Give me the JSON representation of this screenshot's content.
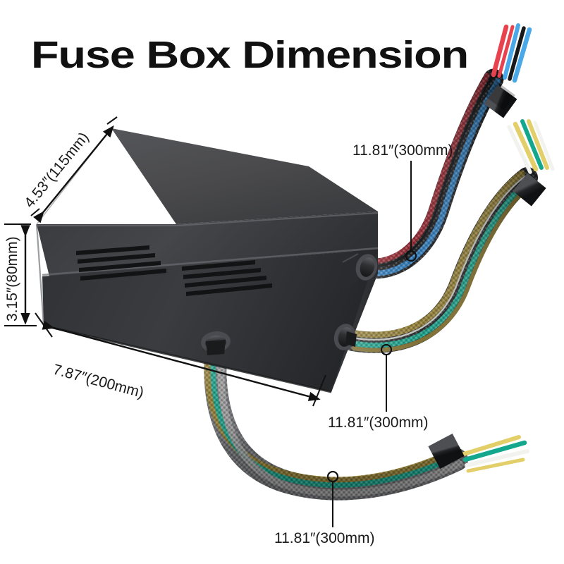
{
  "page": {
    "title": "Fuse Box Dimension",
    "background_color": "#ffffff"
  },
  "product": {
    "name": "fuse-box",
    "body_color": "#3f4042",
    "body_top_color": "#4a4a4c",
    "body_front_color": "#313234",
    "vent_groups": 2,
    "vent_slots_per_group": 4
  },
  "dimensions": {
    "depth": {
      "label": "4.53″(115mm)",
      "inches": "4.53",
      "millimeters": "115"
    },
    "height": {
      "label": "3.15″(80mm)",
      "inches": "3.15",
      "millimeters": "80"
    },
    "width": {
      "label": "7.87″(200mm)",
      "inches": "7.87",
      "millimeters": "200"
    }
  },
  "cables": [
    {
      "id": "cable-top-right",
      "callout": "11.81″(300mm)",
      "inches": "11.81",
      "millimeters": "300",
      "sleeve_colors": [
        "#8f2730",
        "#2f78b5",
        "#1d1f22"
      ],
      "wire_colors": [
        "#e8424f",
        "#4aa8e8",
        "#17181a"
      ]
    },
    {
      "id": "cable-middle-right",
      "callout": "11.81″(300mm)",
      "inches": "11.81",
      "millimeters": "300",
      "sleeve_colors": [
        "#8d7a34",
        "#1a9b85",
        "#d8d8d2"
      ],
      "wire_colors": [
        "#f2f2ee",
        "#e3cf6a",
        "#13a88d"
      ]
    },
    {
      "id": "cable-bottom",
      "callout": "11.81″(300mm)",
      "inches": "11.81",
      "millimeters": "300",
      "sleeve_colors": [
        "#8d7a34",
        "#1a9b85",
        "#9a9a9a"
      ],
      "wire_colors": [
        "#e3cf6a",
        "#13a88d",
        "#f2f2ee"
      ]
    }
  ]
}
